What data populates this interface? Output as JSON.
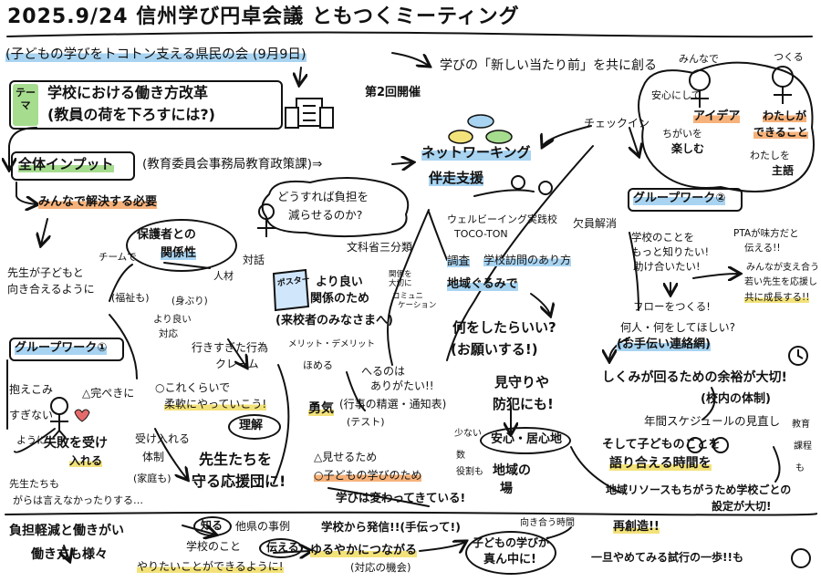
{
  "header": {
    "title": "2025.9/24 信州学び円卓会議 ともつくミーティング",
    "subtitle": "(子どもの学びをトコトン支える県民の会 (9月9日)",
    "round": "第2回開催"
  },
  "theme": {
    "tag": "テーマ",
    "line1": "学校における働き方改革",
    "line2": "(教員の荷を下ろすには?)"
  },
  "top_right": {
    "slogan": "学びの「新しい当たり前」を共に創る",
    "minnade": "みんなで",
    "tsukuru": "つくる",
    "anshin": "安心にして",
    "idea": "アイデア",
    "watashi": "わたしが",
    "dekiru": "できること",
    "chigai": "ちがいを",
    "tanoshimu": "楽しむ",
    "shugo1": "わたしを",
    "shugo2": "主語",
    "checkin": "チェックイン"
  },
  "input": {
    "label": "全体インプット",
    "source": "(教育委員会事務局教育政策課)⇒",
    "solve": "みんなで解決する必要",
    "teacher": "先生が子どもと",
    "teacher2": "向き合えるように",
    "question1": "どうすれば負担を",
    "question2": "減らせるのか?",
    "monka": "文科省三分類",
    "parents1": "保護者との",
    "parents2": "関係性",
    "team": "チームで",
    "jinzai": "人材",
    "taiwa": "対話",
    "fukushi": "(福祉も)",
    "miburi": "(身ぶり)",
    "yoriyoi": "より良い",
    "taio": "対応",
    "poster": "ポスター",
    "better1": "より良い",
    "better2": "関係のため",
    "kankei1": "関係を",
    "kankei2": "大切に",
    "comm1": "コミュニ",
    "comm2": "ケーション",
    "visitors": "(来校者のみなさまへ)",
    "excess1": "行きすぎた行為",
    "excess2": "クレーム",
    "merit": "メリット・デメリット"
  },
  "network": {
    "label": "ネットワーキング",
    "support": "伴走支援",
    "wellbeing": "ウェルビーイング実践校",
    "toco": "TOCO-TON",
    "absence": "欠員解消",
    "survey": "調査",
    "visit": "学校訪問のあり方",
    "community": "地域ぐるみで",
    "ask1": "何をしたらいい?",
    "ask2": "(お願いする!)",
    "mimamori1": "見守りや",
    "mimamori2": "防犯にも!",
    "reduce1": "へるのは",
    "reduce2": "ありがたい!!",
    "events1": "(行事の精選・通知表)",
    "events2": "(テスト)",
    "ibasho": "安心・居心地",
    "scare": "少ない",
    "kazu": "数",
    "yakuwari": "役割も",
    "chiiki1": "地域の",
    "chiiki2": "場"
  },
  "gw1": {
    "label": "グループワーク①",
    "kakae1": "抱えこみ",
    "kakae2": "すぎない",
    "yoni": "ように",
    "kanpeki": "△完ぺきに",
    "korekurai": "○これくらいで",
    "junan": "柔軟にやっていこう!",
    "rikai": "理解",
    "homeru": "ほめる",
    "yuki": "勇気",
    "misetame": "△見せるため",
    "kodomo_tame": "○子どもの学びのため",
    "shippai1": "失敗を受け",
    "shippai2": "入れる",
    "ukeire1": "受け入れる",
    "ukeire2": "体制",
    "kochira": "(家庭も)",
    "sensei_tachi": "先生たちも",
    "ienai": "がらは言えなかったりする…",
    "ouendan1": "先生たちを",
    "ouendan2": "守る応援団に!",
    "manabi_kawaru": "学びは変わってきている!"
  },
  "gw2": {
    "label": "グループワーク②",
    "q1": "学校のことを",
    "q2": "もっと知りたい!",
    "q3": "助け合いたい!",
    "pta1": "PTAが味方だと",
    "pta2": "伝える!!",
    "minna1": "みんなが支え合う",
    "minna2": "若い先生を応援し",
    "minna3": "共に成長する!!",
    "flow": "フローをつくる!",
    "nani1": "何人・何をしてほしい?",
    "nani2": "(お手伝い連絡網)",
    "yoyu1": "しくみが回るための余裕が大切!",
    "yoyu2": "(校内の体制)",
    "schedule": "年間スケジュールの見直し",
    "kyoiku1": "教育",
    "kyoiku2": "課程",
    "kyoiku3": "も",
    "katari1": "そして子どものことを",
    "katari2": "語り合える時間を",
    "resource": "地域リソースもちがうため学校ごとの",
    "settei": "設定が大切!",
    "saisozo": "再創造!!"
  },
  "bottom": {
    "futan1": "負担軽減と働きがい",
    "futan2": "働き方も様々",
    "shiru": "知る",
    "tasha": "他県の事例",
    "gakko": "学校のこと",
    "tsutaeru": "伝える",
    "yaritai": "やりたいことができるように!",
    "hasshin": "学校から発信!!(手伝って!)",
    "yuruyaka": "ゆるやかにつながる",
    "taio_kikai": "(対応の機会)",
    "mukiau": "向き合う時間",
    "center1": "子どもの学びが",
    "center2": "真ん中に!",
    "ippo": "一旦やめてみる試行の一歩!!も"
  }
}
